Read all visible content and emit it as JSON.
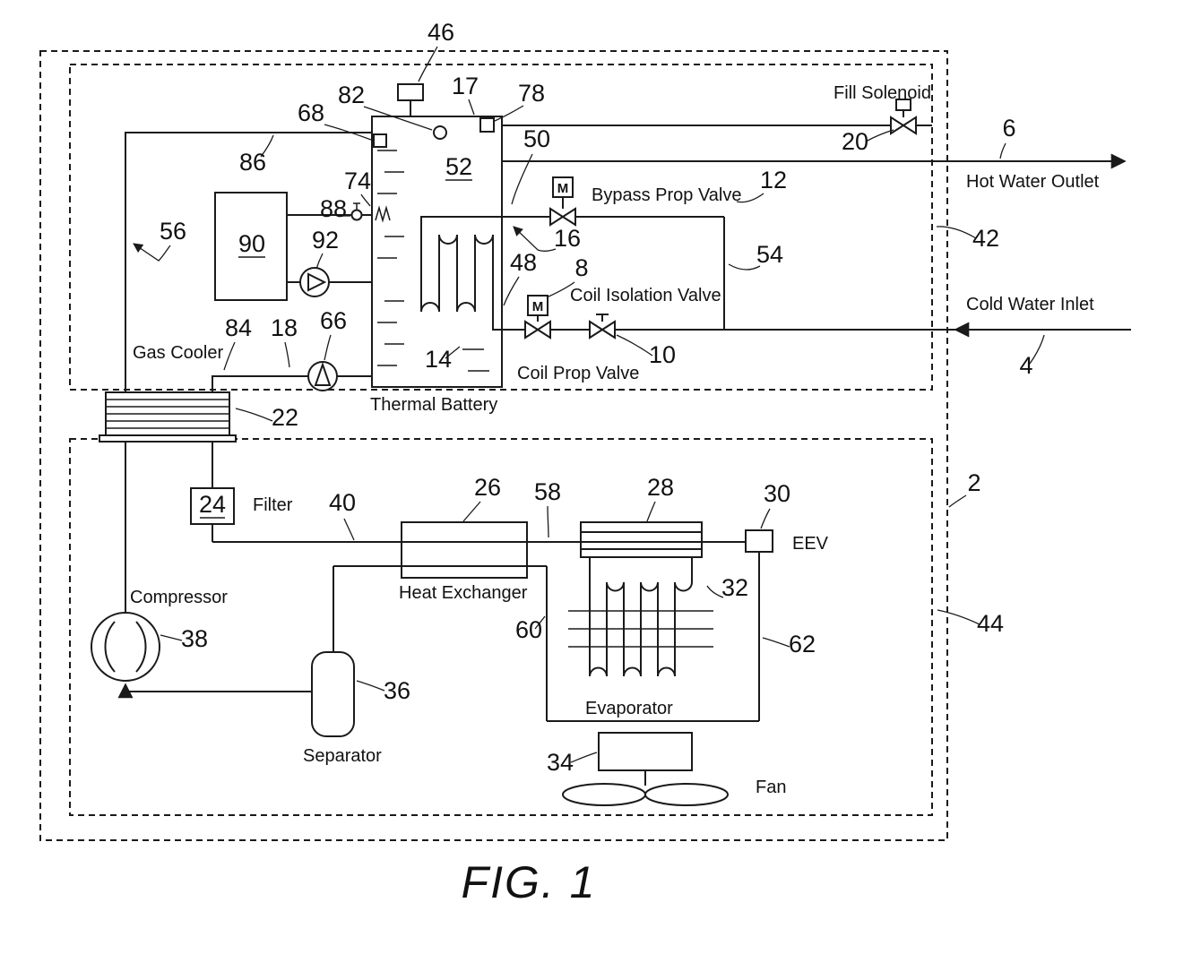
{
  "caption": "FIG. 1",
  "labels": {
    "fill_solenoid": "Fill Solenoid",
    "hot_water_outlet": "Hot Water Outlet",
    "cold_water_inlet": "Cold Water Inlet",
    "bypass_prop_valve": "Bypass Prop Valve",
    "coil_isolation_valve": "Coil Isolation Valve",
    "coil_prop_valve": "Coil Prop Valve",
    "gas_cooler": "Gas Cooler",
    "thermal_battery": "Thermal Battery",
    "filter": "Filter",
    "compressor": "Compressor",
    "heat_exchanger": "Heat Exchanger",
    "separator": "Separator",
    "evaporator": "Evaporator",
    "eev": "EEV",
    "fan": "Fan",
    "motor": "M"
  },
  "refs": {
    "r2": "2",
    "r4": "4",
    "r6": "6",
    "r8": "8",
    "r10": "10",
    "r12": "12",
    "r14": "14",
    "r16": "16",
    "r17": "17",
    "r18": "18",
    "r20": "20",
    "r22": "22",
    "r24": "24",
    "r26": "26",
    "r28": "28",
    "r30": "30",
    "r32": "32",
    "r34": "34",
    "r36": "36",
    "r38": "38",
    "r40": "40",
    "r42": "42",
    "r44": "44",
    "r46": "46",
    "r48": "48",
    "r50": "50",
    "r52": "52",
    "r54": "54",
    "r56": "56",
    "r58": "58",
    "r60": "60",
    "r62": "62",
    "r66": "66",
    "r68": "68",
    "r74": "74",
    "r78": "78",
    "r82": "82",
    "r84": "84",
    "r86": "86",
    "r88": "88",
    "r90": "90",
    "r92": "92"
  }
}
